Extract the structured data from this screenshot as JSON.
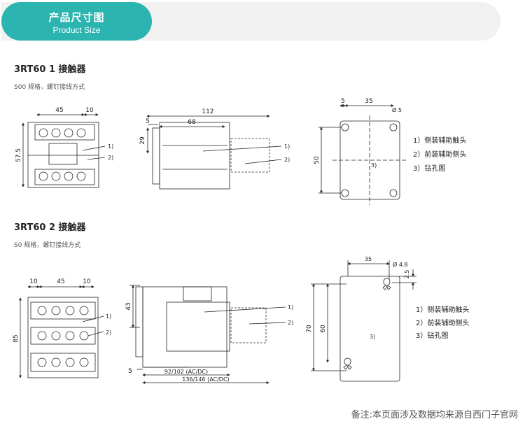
{
  "header": {
    "title": "产品尺寸图",
    "subtitle": "Product Size"
  },
  "section1": {
    "title": "3RT60 1 接触器",
    "subtitle": "S00 规格，螺钉接线方式",
    "front_dims": {
      "width": "45",
      "extra": "10",
      "height": "57.5"
    },
    "side_dims": {
      "total": "112",
      "body": "68",
      "offset": "5",
      "rail": "29"
    },
    "hole_dims": {
      "left": "5",
      "pitch": "35",
      "hole": "Ø 5",
      "height": "50"
    },
    "callouts": [
      "1)",
      "2)",
      "3)"
    ],
    "legend": [
      "1）侧装辅助触头",
      "2）前装辅助侧头",
      "3）钻孔图"
    ]
  },
  "section2": {
    "title": "3RT60 2 接触器",
    "subtitle": "S0 规格，螺钉接线方式",
    "front_dims": {
      "left": "10",
      "width": "45",
      "right": "10",
      "height": "85"
    },
    "side_dims": {
      "rail": "43",
      "offset": "5",
      "depth1": "92/102 (AC/DC)",
      "depth2": "136/146 (AC/DC)"
    },
    "hole_dims": {
      "pitch": "35",
      "hole": "Ø 4.8",
      "top": "2.5",
      "total": "70",
      "inner": "60"
    },
    "callouts": [
      "1)",
      "2)",
      "3)"
    ],
    "legend": [
      "1）侧装辅助触头",
      "2）前装辅助侧头",
      "3）钻孔图"
    ]
  },
  "footnote": "备注:本页面涉及数据均来源自西门子官网"
}
